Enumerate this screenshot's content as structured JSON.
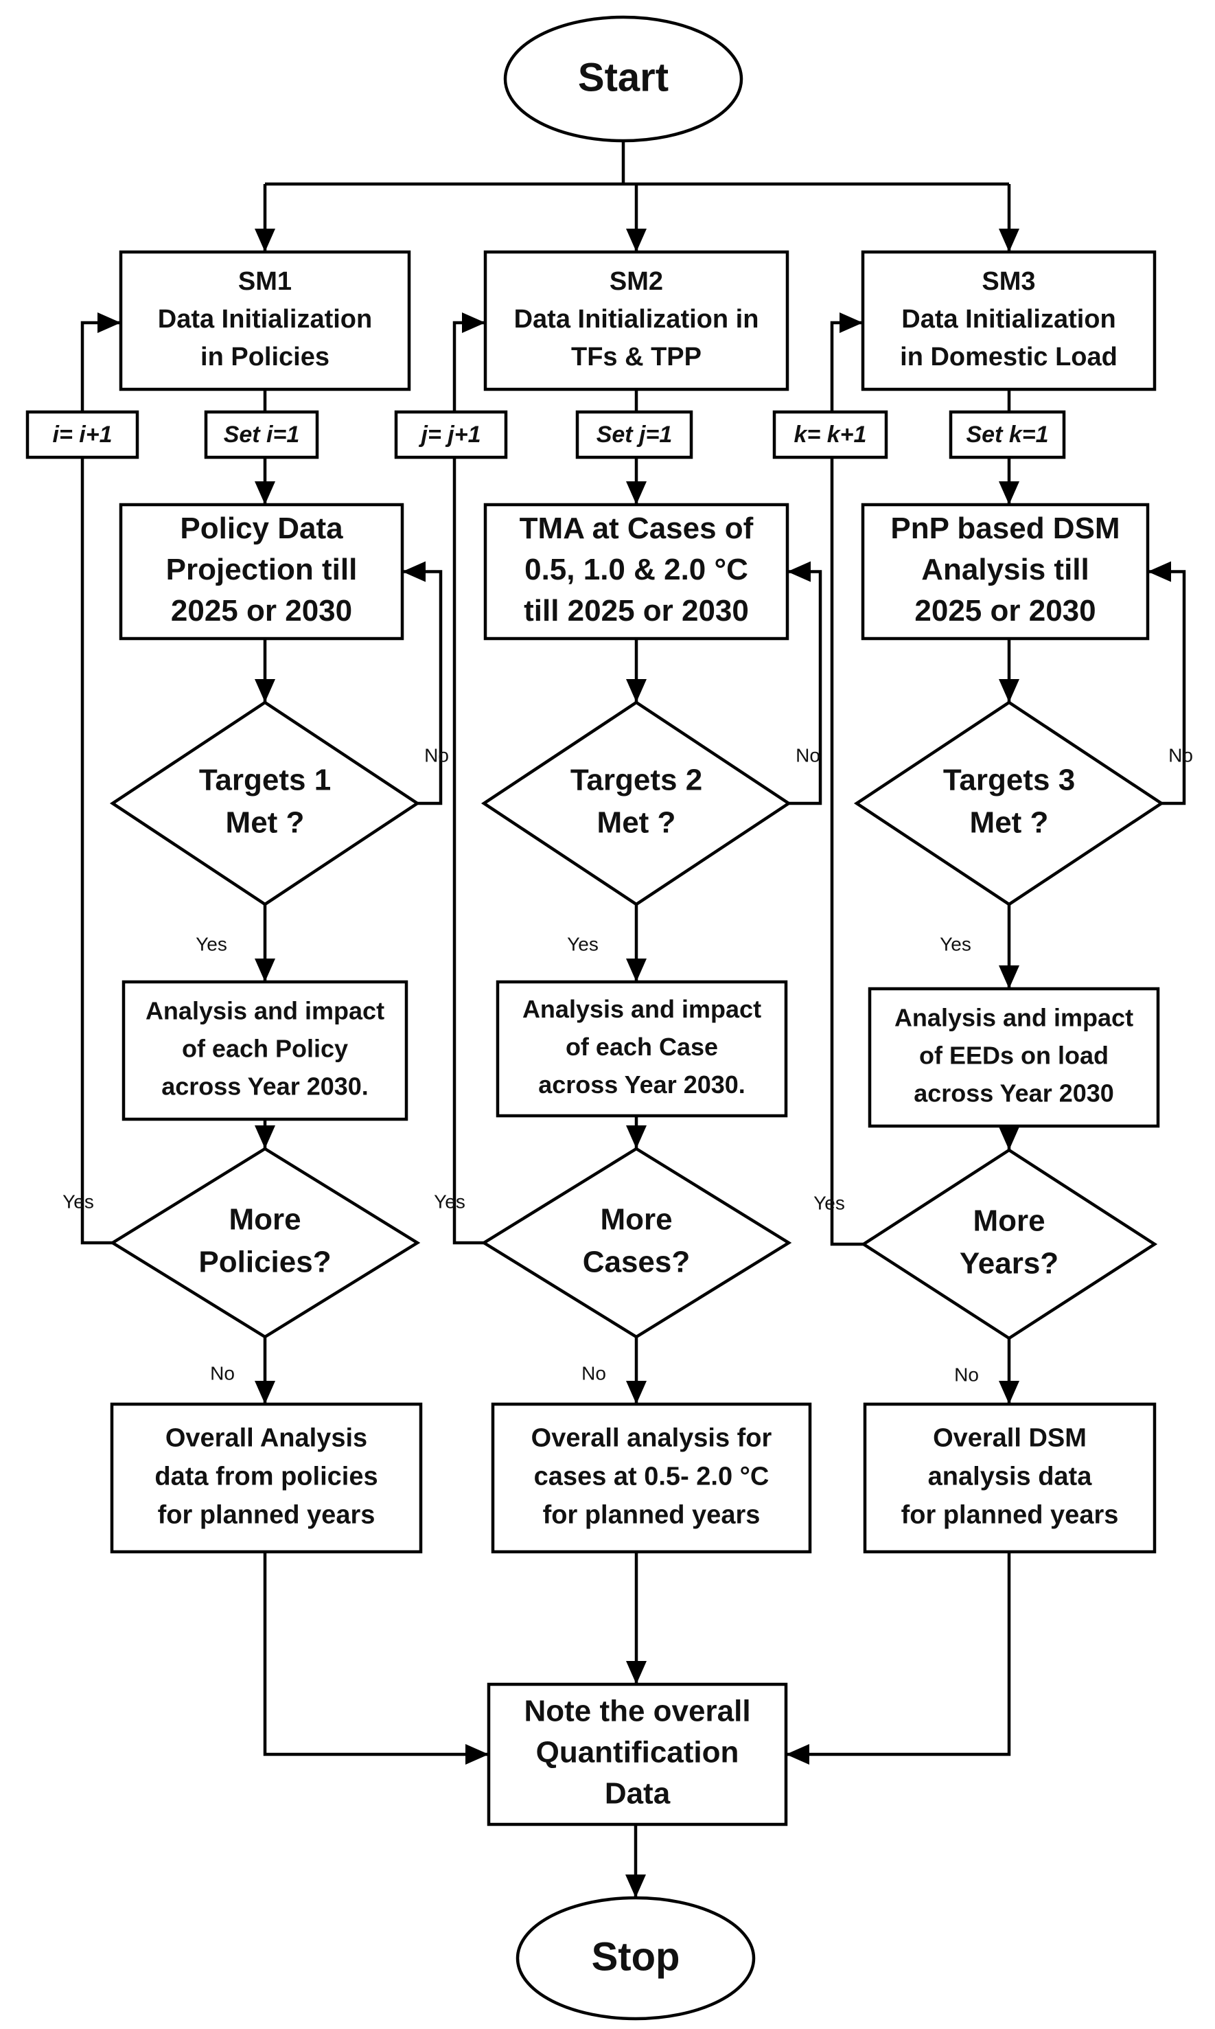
{
  "start": "Start",
  "stop": "Stop",
  "final": [
    "Note the overall",
    "Quantification",
    "Data"
  ],
  "columns": [
    {
      "init": [
        "SM1",
        "Data Initialization",
        "in Policies"
      ],
      "set": "Set i=1",
      "incr": "i= i+1",
      "proc": [
        "Policy Data",
        "Projection till",
        "2025 or 2030"
      ],
      "target": [
        "Targets 1",
        "Met ?"
      ],
      "no": "No",
      "yes": "Yes",
      "analysis": [
        "Analysis and impact",
        "of each Policy",
        "across Year 2030."
      ],
      "more": [
        "More",
        "Policies?"
      ],
      "more_yes": "Yes",
      "more_no": "No",
      "overall": [
        "Overall Analysis",
        "data from policies",
        "for planned years"
      ]
    },
    {
      "init": [
        "SM2",
        "Data Initialization in",
        "TFs & TPP"
      ],
      "set": "Set j=1",
      "incr": "j= j+1",
      "proc": [
        "TMA at Cases of",
        "0.5, 1.0 & 2.0 °C",
        "till 2025 or 2030"
      ],
      "target": [
        "Targets 2",
        "Met ?"
      ],
      "no": "No",
      "yes": "Yes",
      "analysis": [
        "Analysis and impact",
        "of each Case",
        "across Year 2030."
      ],
      "more": [
        "More",
        "Cases?"
      ],
      "more_yes": "Yes",
      "more_no": "No",
      "overall": [
        "Overall analysis for",
        "cases at  0.5- 2.0 °C",
        "for planned years"
      ]
    },
    {
      "init": [
        "SM3",
        "Data Initialization",
        "in Domestic Load"
      ],
      "set": "Set k=1",
      "incr": "k= k+1",
      "proc": [
        "PnP based DSM",
        "Analysis till",
        "2025 or 2030"
      ],
      "target": [
        "Targets 3",
        "Met ?"
      ],
      "no": "No",
      "yes": "Yes",
      "analysis": [
        "Analysis and impact",
        "of EEDs on load",
        "across Year 2030"
      ],
      "more": [
        "More",
        "Years?"
      ],
      "more_yes": "Yes",
      "more_no": "No",
      "overall": [
        "Overall DSM",
        "analysis data",
        "for planned years"
      ]
    }
  ]
}
